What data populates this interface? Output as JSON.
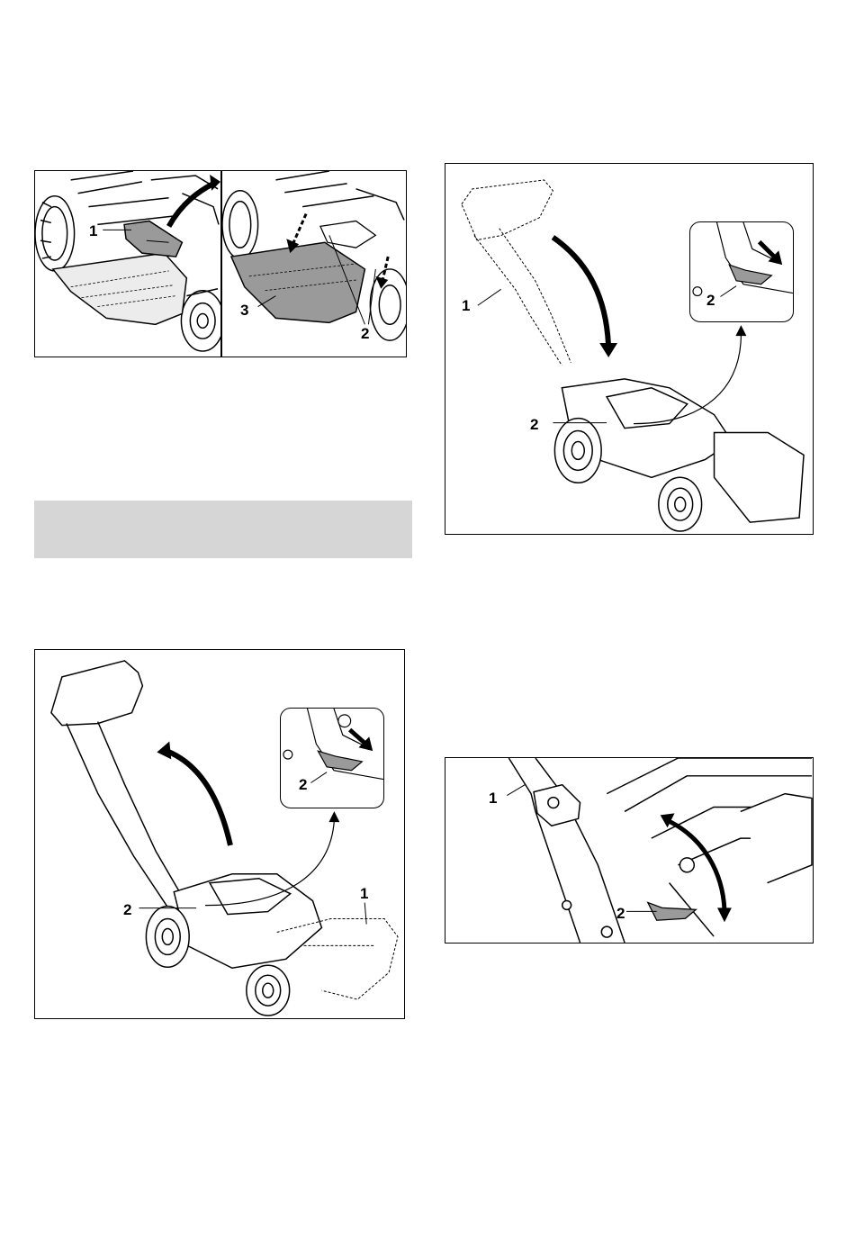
{
  "figure_a": {
    "left_panel": {
      "callouts": {
        "one": "1"
      }
    },
    "right_panel": {
      "callouts": {
        "two": "2",
        "three": "3"
      }
    }
  },
  "figure_b": {
    "callouts": {
      "one": "1",
      "two_inset": "2",
      "two_main": "2"
    }
  },
  "figure_c": {
    "callouts": {
      "two_inset": "2",
      "two_main": "2",
      "one": "1"
    }
  },
  "figure_d": {
    "callouts": {
      "one": "1",
      "two": "2"
    }
  },
  "colors": {
    "bag_light": "#ececec",
    "bag_dark": "#9a9a9a",
    "grey_bar": "#d6d6d6",
    "line": "#000000"
  }
}
